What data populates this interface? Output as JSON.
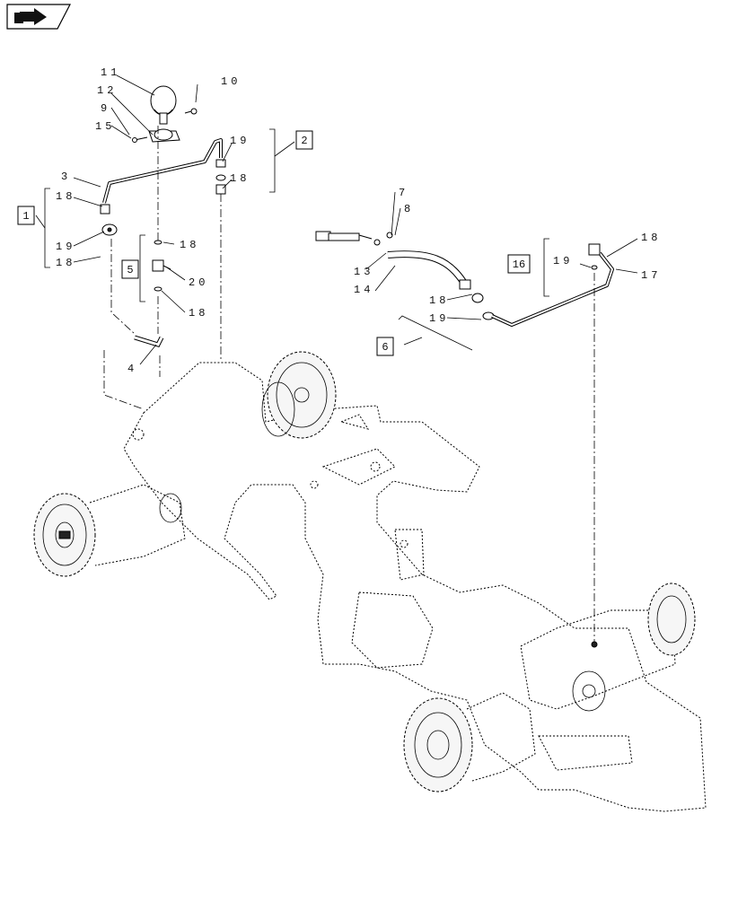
{
  "diagram": {
    "nav_icon": "next-page-arrow-icon",
    "callouts": [
      {
        "id": "c11",
        "text": "11"
      },
      {
        "id": "c10",
        "text": "10"
      },
      {
        "id": "c12",
        "text": "12"
      },
      {
        "id": "c9",
        "text": "9"
      },
      {
        "id": "c15",
        "text": "15"
      },
      {
        "id": "c3",
        "text": "3"
      },
      {
        "id": "c18a",
        "text": "18"
      },
      {
        "id": "c19a",
        "text": "19"
      },
      {
        "id": "c18b",
        "text": "18"
      },
      {
        "id": "c19b",
        "text": "19"
      },
      {
        "id": "c18c",
        "text": "18"
      },
      {
        "id": "c18d",
        "text": "18"
      },
      {
        "id": "c20",
        "text": "20"
      },
      {
        "id": "c18e",
        "text": "18"
      },
      {
        "id": "c4",
        "text": "4"
      },
      {
        "id": "c7",
        "text": "7"
      },
      {
        "id": "c8",
        "text": "8"
      },
      {
        "id": "c13",
        "text": "13"
      },
      {
        "id": "c14",
        "text": "14"
      },
      {
        "id": "c18f",
        "text": "18"
      },
      {
        "id": "c19c",
        "text": "19"
      },
      {
        "id": "c19d",
        "text": "19"
      },
      {
        "id": "c18g",
        "text": "18"
      },
      {
        "id": "c17",
        "text": "17"
      }
    ],
    "boxes": [
      {
        "id": "b1",
        "text": "1"
      },
      {
        "id": "b2",
        "text": "2"
      },
      {
        "id": "b5",
        "text": "5"
      },
      {
        "id": "b6",
        "text": "6"
      },
      {
        "id": "b16",
        "text": "16"
      }
    ]
  }
}
